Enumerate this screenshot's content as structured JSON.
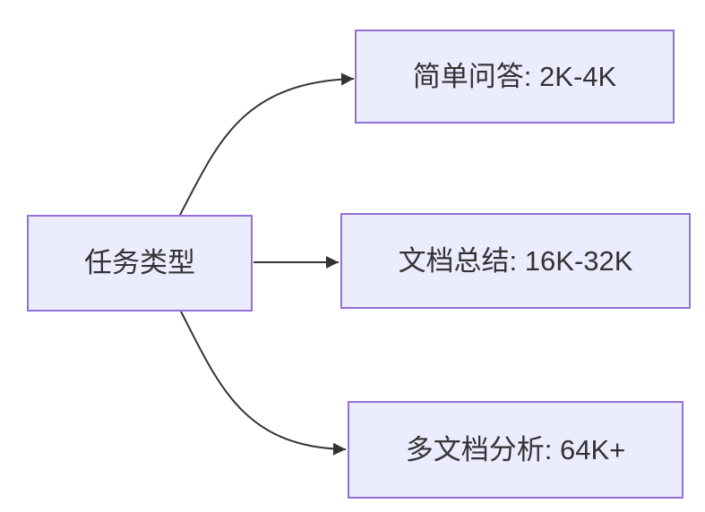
{
  "diagram": {
    "type": "flowchart",
    "direction": "LR",
    "theme": {
      "node_fill": "#ECECFF",
      "node_border": "#9370DB",
      "edge_color": "#333333",
      "text_color": "#333333",
      "background": "#FFFFFF"
    },
    "nodes": [
      {
        "id": "task-type",
        "label": "任务类型"
      },
      {
        "id": "simple-qa",
        "label": "简单问答: 2K-4K"
      },
      {
        "id": "doc-summary",
        "label": "文档总结: 16K-32K"
      },
      {
        "id": "multi-doc-analysis",
        "label": "多文档分析: 64K+"
      }
    ],
    "edges": [
      {
        "from": "task-type",
        "to": "simple-qa"
      },
      {
        "from": "task-type",
        "to": "doc-summary"
      },
      {
        "from": "task-type",
        "to": "multi-doc-analysis"
      }
    ]
  }
}
